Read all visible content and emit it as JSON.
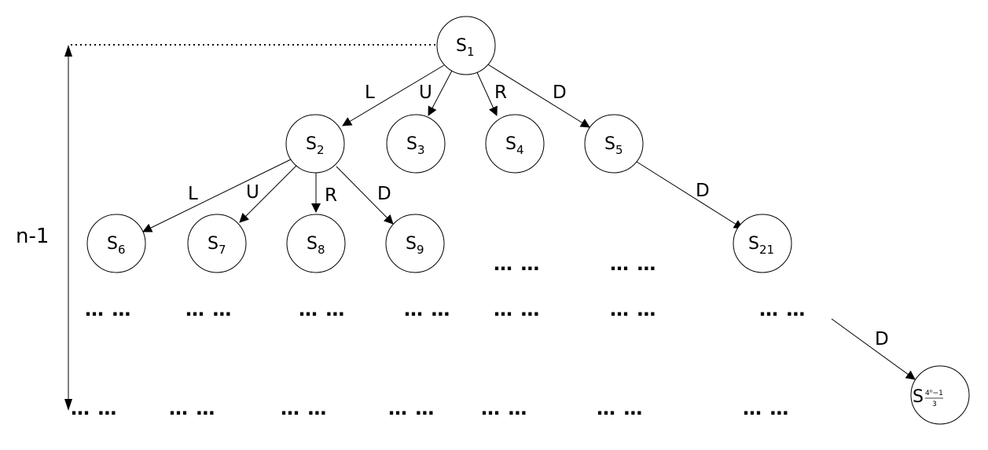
{
  "diagram": {
    "depth_label": "n-1",
    "nodes": {
      "s1": {
        "base": "S",
        "sub": "1"
      },
      "s2": {
        "base": "S",
        "sub": "2"
      },
      "s3": {
        "base": "S",
        "sub": "3"
      },
      "s4": {
        "base": "S",
        "sub": "4"
      },
      "s5": {
        "base": "S",
        "sub": "5"
      },
      "s6": {
        "base": "S",
        "sub": "6"
      },
      "s7": {
        "base": "S",
        "sub": "7"
      },
      "s8": {
        "base": "S",
        "sub": "8"
      },
      "s9": {
        "base": "S",
        "sub": "9"
      },
      "s21": {
        "base": "S",
        "sub": "21"
      },
      "last": {
        "base": "S",
        "numerator_base": "4",
        "numerator_exp": "n",
        "numerator_rest": "−1",
        "denominator": "3"
      }
    },
    "edge_labels": {
      "s1_s2": "L",
      "s1_s3": "U",
      "s1_s4": "R",
      "s1_s5": "D",
      "s2_s6": "L",
      "s2_s7": "U",
      "s2_s8": "R",
      "s2_s9": "D",
      "s5_s21": "D",
      "dots_last": "D"
    },
    "ellipsis": "… …"
  }
}
